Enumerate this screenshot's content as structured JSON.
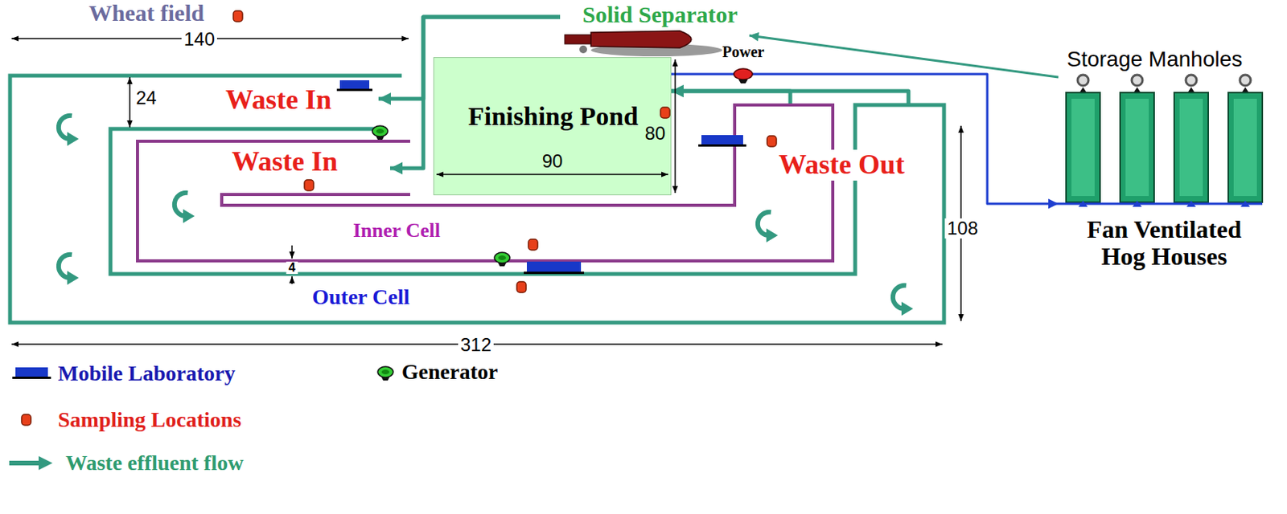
{
  "diagram": {
    "nodes": [
      {
        "text": [
          "Solid Separator"
        ]
      },
      {
        "text": [
          "Waste In",
          "Outer Cell"
        ]
      },
      {
        "text": [
          "Waste In",
          "Inner Cell"
        ]
      },
      {
        "text": [
          "Finishing Pond"
        ]
      },
      {
        "text": [
          "Storage Manholes",
          "Fan Ventilated Hog Houses"
        ]
      }
    ],
    "edges": [
      {
        "from": 4,
        "to": 0,
        "arrow": "to"
      },
      {
        "from": 0,
        "to": 1,
        "arrow": "to"
      },
      {
        "from": 0,
        "to": 2,
        "arrow": "to"
      },
      {
        "from": 2,
        "to": 3,
        "arrow": "to"
      },
      {
        "from": 1,
        "to": 3,
        "arrow": "to"
      },
      {
        "from": 3,
        "to": 4,
        "arrow": "to"
      }
    ],
    "labels": [
      "Wheat field",
      "Power",
      "140",
      "24",
      "80",
      "90",
      "Waste Out",
      "108",
      "4",
      "312"
    ],
    "legend": [
      {
        "text": "Mobile Laboratory"
      },
      {
        "text": "Generator"
      },
      {
        "text": "Sampling Locations"
      },
      {
        "text": "Waste effluent flow"
      }
    ]
  }
}
